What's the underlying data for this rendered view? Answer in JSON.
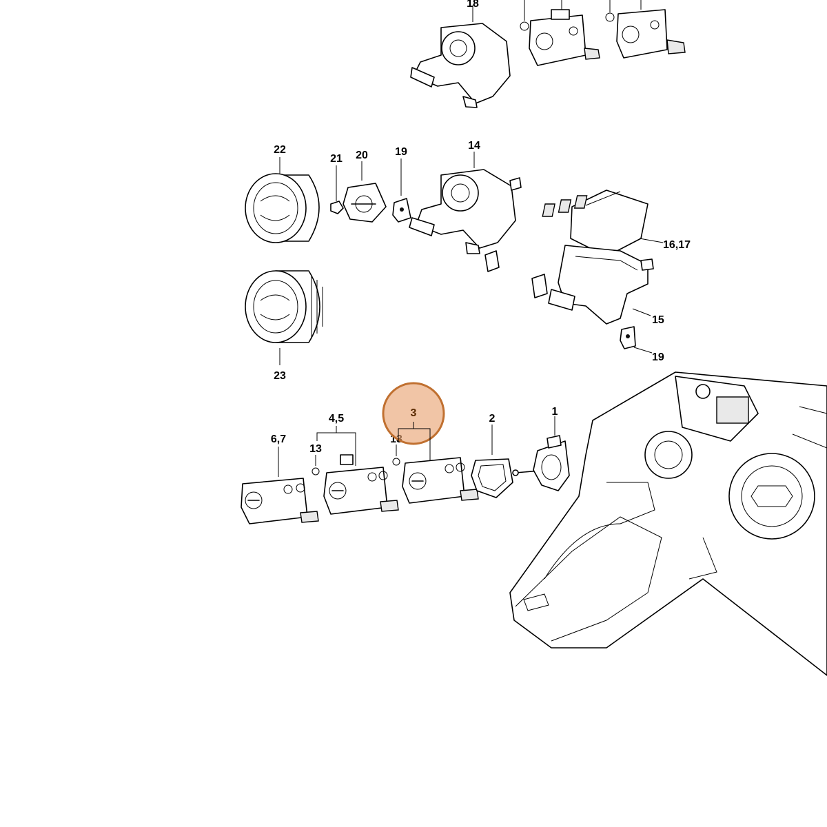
{
  "labels": {
    "p18": "18",
    "p22": "22",
    "p21": "21",
    "p20": "20",
    "p19a": "19",
    "p14": "14",
    "p16_17": "16,17",
    "p15": "15",
    "p19b": "19",
    "p23": "23",
    "p6_7": "6,7",
    "p4_5": "4,5",
    "p13a": "13",
    "p13b": "13",
    "p3": "3",
    "p2": "2",
    "p1": "1"
  },
  "highlight": {
    "label": "3",
    "color": "#e8a270"
  }
}
